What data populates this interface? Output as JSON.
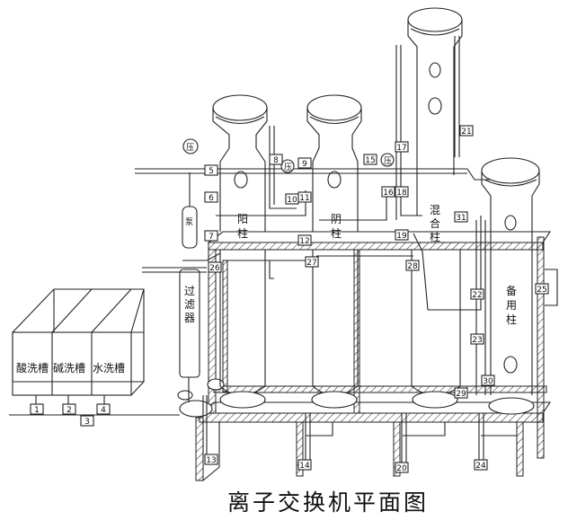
{
  "title": "离子交换机平面图",
  "tanks": {
    "acid": "酸洗槽",
    "alkali": "碱洗槽",
    "water": "水洗槽"
  },
  "columns": {
    "cation": [
      "阳",
      "柱"
    ],
    "anion": [
      "阴",
      "柱"
    ],
    "mixed": [
      "混",
      "合",
      "柱"
    ],
    "standby": [
      "备",
      "用",
      "柱"
    ]
  },
  "filter_label": [
    "过",
    "滤",
    "器"
  ],
  "pump_label": "泵",
  "gauges": [
    "压",
    "压",
    "压"
  ],
  "valve_tags": [
    "1",
    "2",
    "3",
    "4",
    "5",
    "6",
    "7",
    "8",
    "9",
    "10",
    "11",
    "12",
    "13",
    "14",
    "15",
    "16",
    "17",
    "18",
    "19",
    "20",
    "21",
    "22",
    "23",
    "24",
    "25",
    "26",
    "27",
    "28",
    "29",
    "30",
    "31"
  ]
}
